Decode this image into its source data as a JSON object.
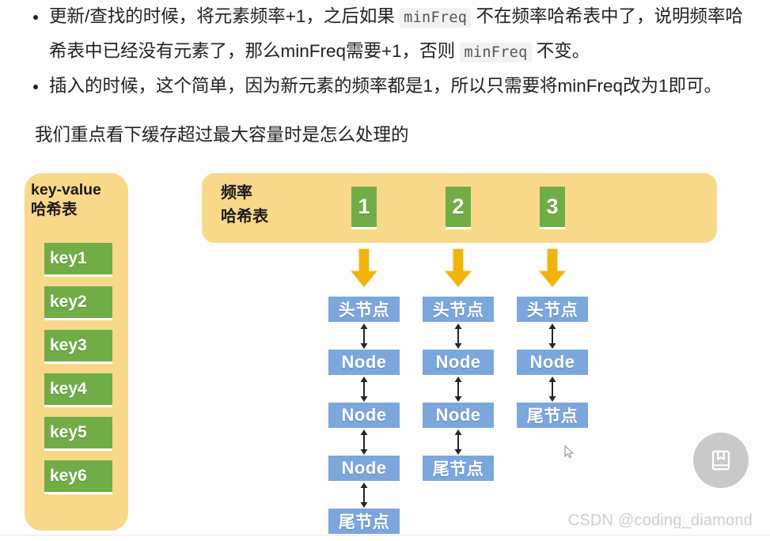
{
  "article": {
    "bullets": [
      {
        "segments": [
          {
            "type": "text",
            "value": "更新/查找的时候，将元素频率+1，之后如果 "
          },
          {
            "type": "code",
            "value": "minFreq"
          },
          {
            "type": "text",
            "value": " 不在频率哈希表中了，说明频率哈希表中已经没有元素了，那么minFreq需要+1，否则 "
          },
          {
            "type": "code",
            "value": "minFreq"
          },
          {
            "type": "text",
            "value": " 不变。"
          }
        ]
      },
      {
        "segments": [
          {
            "type": "text",
            "value": "插入的时候，这个简单，因为新元素的频率都是1，所以只需要将minFreq改为1即可。"
          }
        ]
      }
    ],
    "paragraph": "我们重点看下缓存超过最大容量时是怎么处理的"
  },
  "diagram": {
    "kv_table": {
      "title_line1": "key-value",
      "title_line2": "哈希表",
      "keys": [
        "key1",
        "key2",
        "key3",
        "key4",
        "key5",
        "key6"
      ]
    },
    "freq_table": {
      "title_line1": "频率",
      "title_line2": "哈希表",
      "buckets": [
        "1",
        "2",
        "3"
      ]
    },
    "lists": [
      {
        "freq": "1",
        "nodes": [
          "头节点",
          "Node",
          "Node",
          "Node",
          "尾节点"
        ]
      },
      {
        "freq": "2",
        "nodes": [
          "头节点",
          "Node",
          "Node",
          "尾节点"
        ]
      },
      {
        "freq": "3",
        "nodes": [
          "头节点",
          "Node",
          "尾节点"
        ]
      }
    ],
    "colors": {
      "panel_orange": "#f8d98a",
      "cell_green": "#70ad47",
      "node_blue": "#7ba7dd",
      "arrow_gold": "#efb50d"
    }
  },
  "overlay": {
    "watermark": "CSDN @coding_diamond",
    "fab_icon": "bookmark-book-icon",
    "cursor_icon": "mouse-pointer-icon"
  }
}
